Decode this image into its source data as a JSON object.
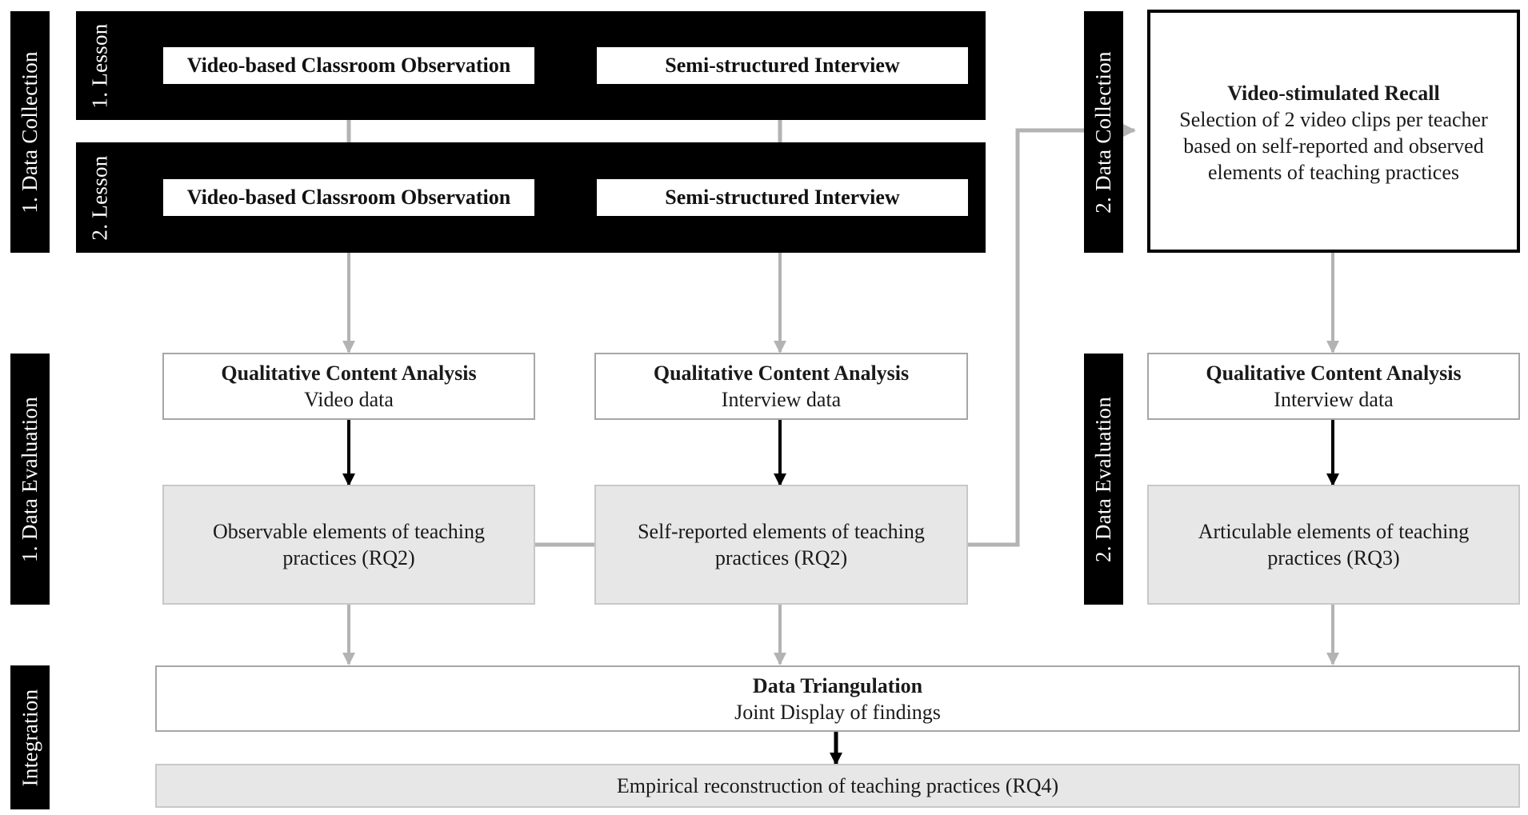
{
  "side_labels": {
    "data_collection_1": "1. Data Collection",
    "data_evaluation_1": "1. Data Evaluation",
    "data_collection_2": "2. Data Collection",
    "data_evaluation_2": "2. Data Evaluation",
    "integration": "Integration"
  },
  "lessons": [
    {
      "label": "1. Lesson",
      "observation": "Video-based Classroom Observation",
      "interview": "Semi-structured Interview"
    },
    {
      "label": "2. Lesson",
      "observation": "Video-based Classroom Observation",
      "interview": "Semi-structured Interview"
    }
  ],
  "recall": {
    "title": "Video-stimulated Recall",
    "text": "Selection of 2 video clips per teacher based on self-reported and observed elements of teaching practices"
  },
  "analysis": [
    {
      "title": "Qualitative Content Analysis",
      "subtitle": "Video data"
    },
    {
      "title": "Qualitative Content Analysis",
      "subtitle": "Interview data"
    },
    {
      "title": "Qualitative Content Analysis",
      "subtitle": "Interview data"
    }
  ],
  "results": [
    "Observable elements of teaching practices (RQ2)",
    "Self-reported elements of teaching practices (RQ2)",
    "Articulable elements of teaching practices (RQ3)"
  ],
  "triangulation": {
    "title": "Data Triangulation",
    "subtitle": "Joint Display of findings"
  },
  "reconstruction": "Empirical reconstruction of teaching practices (RQ4)",
  "colors": {
    "band": "#000000",
    "grey_arrow": "#b3b3b3",
    "result_fill": "#e7e7e7",
    "box_border": "#a6a6a6"
  }
}
